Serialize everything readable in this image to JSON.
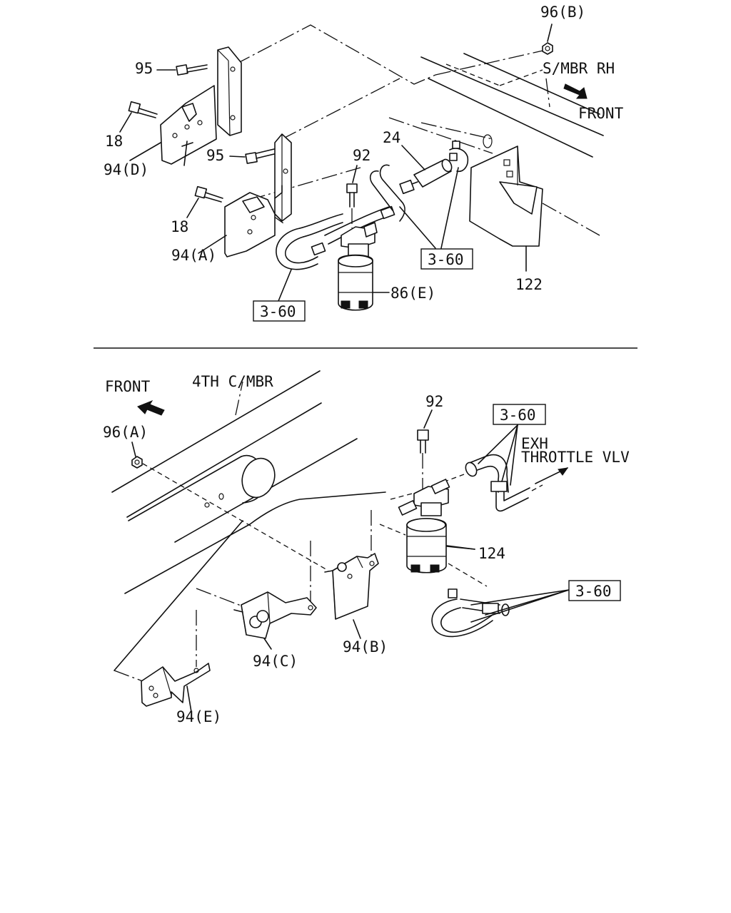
{
  "top": {
    "labels": {
      "p96b": "96(B)",
      "smbr": "S/MBR RH",
      "front": "FRONT",
      "p95a": "95",
      "p95b": "95",
      "p18a": "18",
      "p18b": "18",
      "p94d": "94(D)",
      "p94a": "94(A)",
      "p24": "24",
      "p92": "92",
      "p122": "122",
      "p86e": "86(E)",
      "ref1": "3-60",
      "ref2": "3-60"
    }
  },
  "bottom": {
    "labels": {
      "front": "FRONT",
      "c4mbr": "4TH C/MBR",
      "p96a": "96(A)",
      "p92": "92",
      "ref1": "3-60",
      "exh1": "EXH",
      "exh2": "THROTTLE VLV",
      "p124": "124",
      "ref2": "3-60",
      "p94b": "94(B)",
      "p94c": "94(C)",
      "p94e": "94(E)"
    }
  },
  "icons": [
    "front-arrow-icon",
    "direction-arrow-icon",
    "bolt-icon",
    "nut-icon",
    "solenoid-valve-icon"
  ]
}
